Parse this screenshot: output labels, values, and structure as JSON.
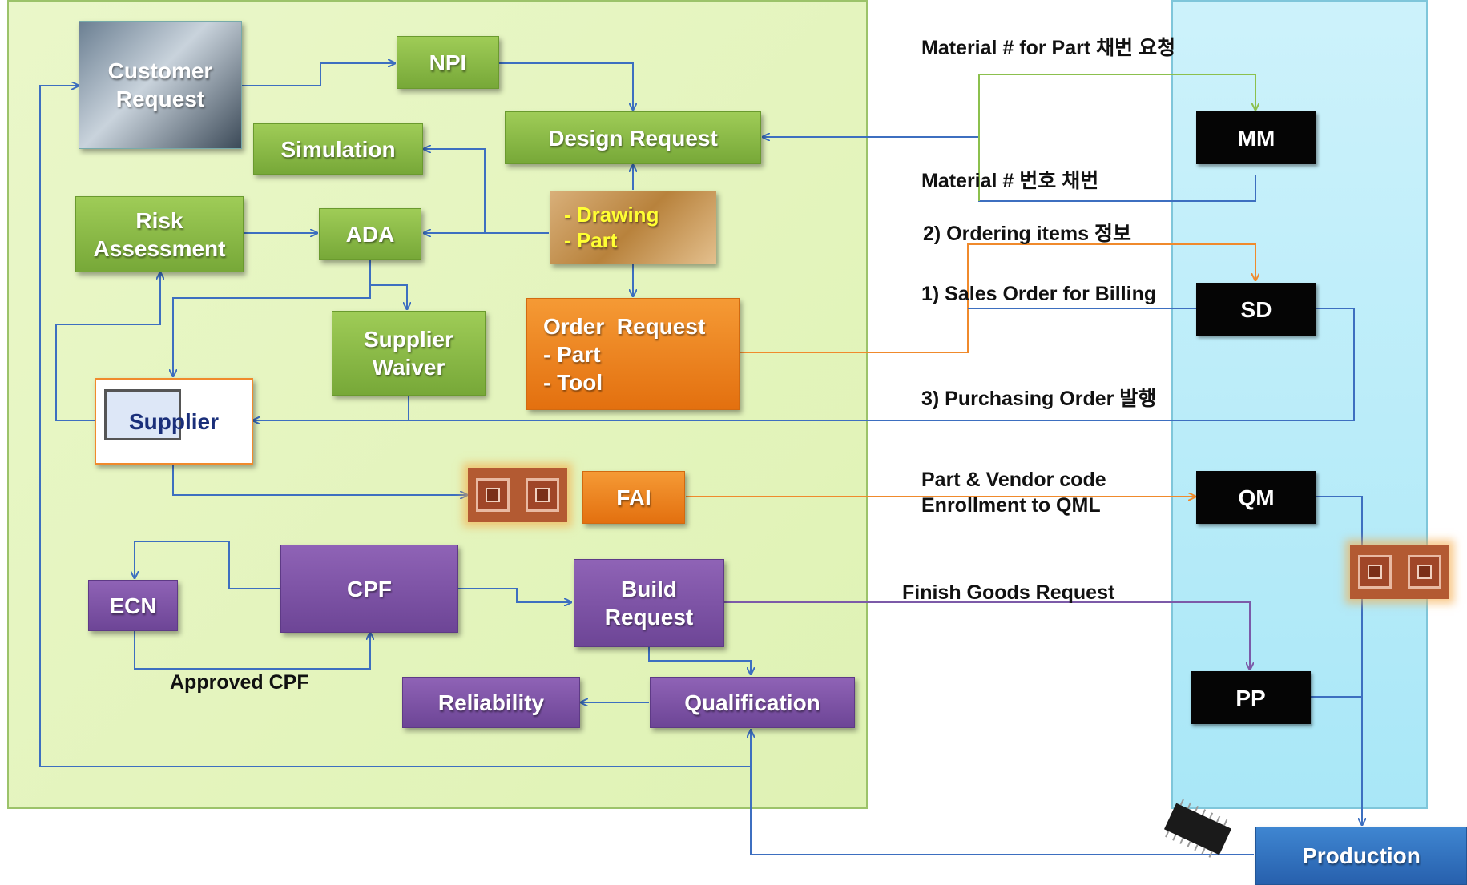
{
  "diagram": {
    "nodes": {
      "customer_request": "Customer Request",
      "npi": "NPI",
      "simulation": "Simulation",
      "design_request": "Design Request",
      "risk_assessment": "Risk Assessment",
      "ada": "ADA",
      "drawing_part": "- Drawing\n- Part",
      "supplier_waiver": "Supplier Waiver",
      "order_request": "Order  Request\n- Part\n- Tool",
      "supplier": "Supplier",
      "fai": "FAI",
      "ecn": "ECN",
      "cpf": "CPF",
      "build_request": "Build Request",
      "reliability": "Reliability",
      "qualification": "Qualification",
      "mm": "MM",
      "sd": "SD",
      "qm": "QM",
      "pp": "PP",
      "production": "Production"
    },
    "labels": {
      "material_for_part": "Material # for Part  채번 요청",
      "material_number": "Material #  번호 채번",
      "ordering_items": "2) Ordering items 정보",
      "sales_order": "1) Sales Order for Billing",
      "purchasing_order": "3) Purchasing Order 발행",
      "part_vendor_code": "Part & Vendor code\nEnrollment to QML",
      "finish_goods": "Finish Goods Request",
      "approved_cpf": "Approved CPF"
    },
    "colors": {
      "green": "#86b545",
      "orange": "#ee8420",
      "purple": "#7a51a3",
      "black": "#050505",
      "production_blue": "#2f6fbd",
      "wire_blue": "#3d6fc0",
      "wire_orange": "#f08a2c",
      "wire_green": "#8cc04e",
      "wire_purple": "#7c5aa8"
    }
  }
}
